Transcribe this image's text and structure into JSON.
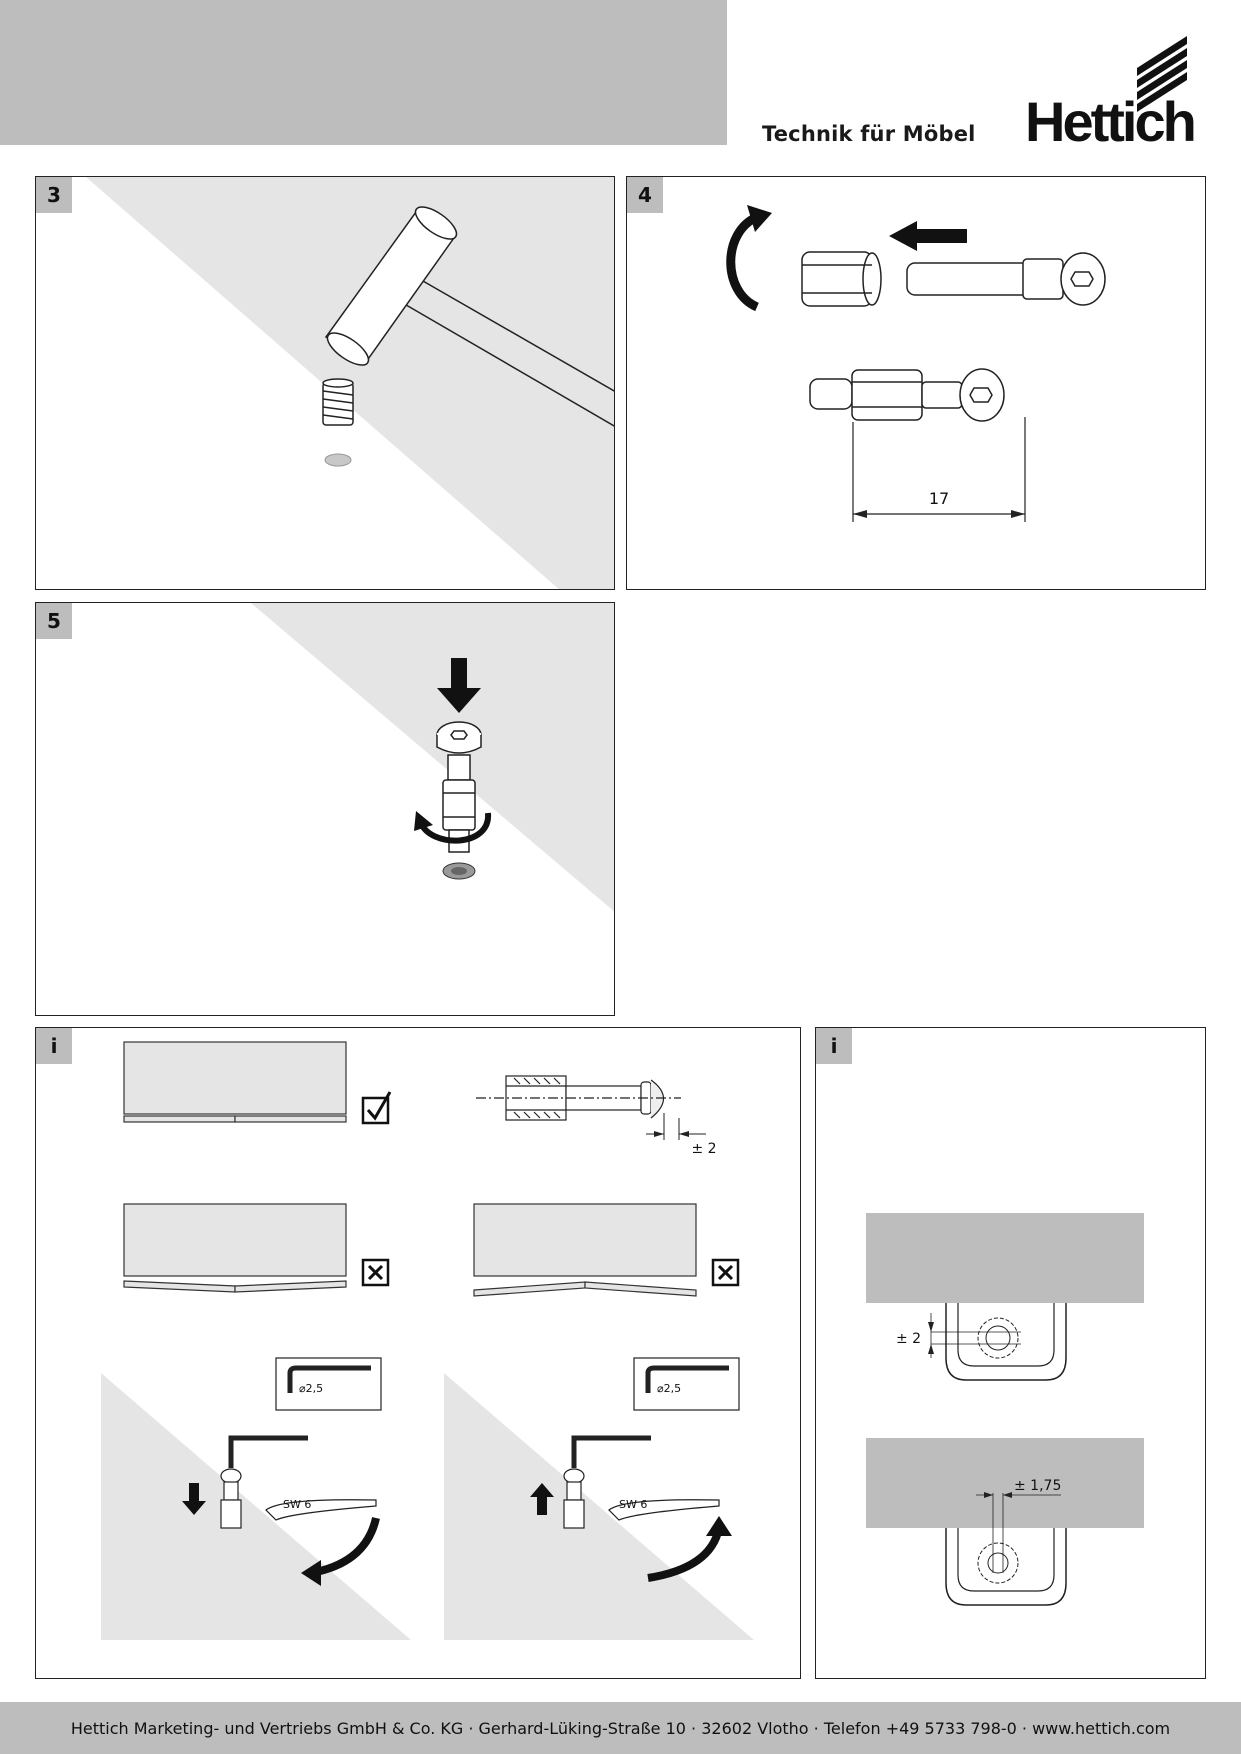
{
  "header": {
    "slogan": "Technik für Möbel",
    "brand": "Hettich"
  },
  "steps": {
    "step3": "3",
    "step4": "4",
    "step5": "5",
    "info_left": "i",
    "info_right": "i"
  },
  "labels": {
    "length_17": "17",
    "tolerance_2_top": "± 2",
    "hex_key_left": "⌀2,5",
    "hex_key_right": "⌀2,5",
    "wrench_left": "SW 6",
    "wrench_right": "SW 6",
    "tolerance_2_right": "± 2",
    "tolerance_175": "± 1,75"
  },
  "footer": {
    "text": "Hettich Marketing- und Vertriebs GmbH & Co. KG · Gerhard-Lüking-Straße 10 · 32602 Vlotho · Telefon +49 5733 798-0 · www.hettich.com"
  },
  "colors": {
    "band": "#bdbdbd",
    "panel_fill": "#e5e5e5",
    "ink": "#111111"
  }
}
